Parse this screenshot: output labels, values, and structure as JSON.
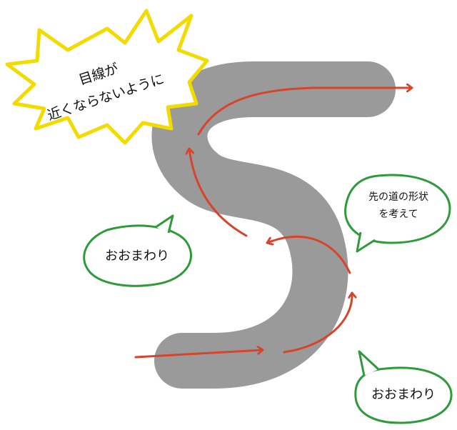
{
  "burst": {
    "line1": "目線が",
    "line2": "近くならないように",
    "stroke_color": "#f2dc00"
  },
  "bubbles": {
    "left": {
      "text": "おおまわり"
    },
    "right_top": {
      "line1": "先の道の形状",
      "line2": "を考えて"
    },
    "bottom": {
      "text": "おおまわり"
    },
    "stroke_color": "#2e9a3a"
  },
  "road": {
    "color": "#9a9a9a"
  },
  "arrows": {
    "color": "#d8432b"
  }
}
